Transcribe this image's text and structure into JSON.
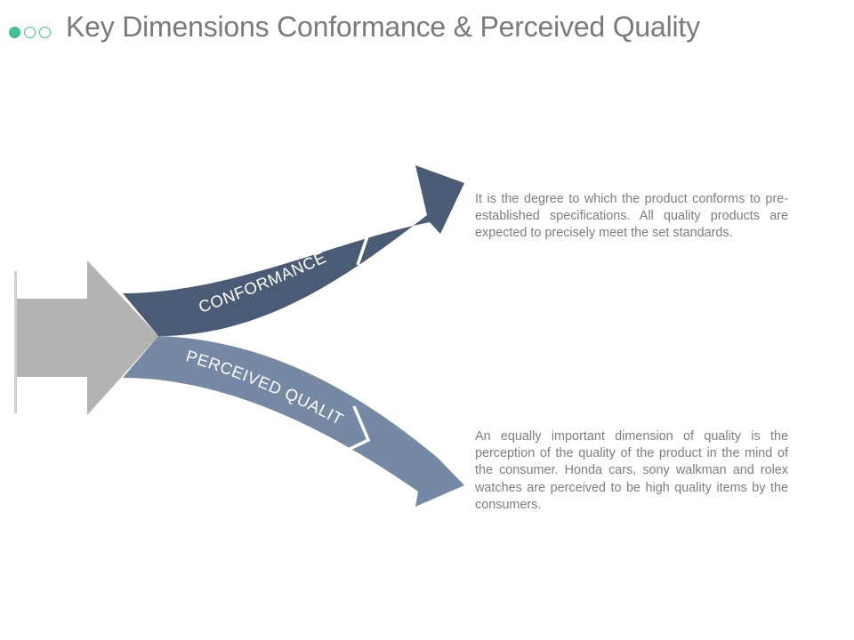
{
  "slide": {
    "title": "Key Dimensions Conformance & Perceived Quality",
    "indicator": {
      "total": 3,
      "active": 1
    }
  },
  "diagram": {
    "branches": [
      {
        "label": "CONFORMANCE",
        "description": "It is the degree to which the product conforms to pre- established specifications. All quality products are expected to precisely meet the set standards."
      },
      {
        "label": "PERCEIVED QUALITY",
        "description": "An equally important dimension of quality is the perception of the quality of the product in the mind of the consumer. Honda cars, sony walkman and rolex watches are perceived to be high quality items by the consumers."
      }
    ]
  },
  "colors": {
    "accent": "#3cc28c",
    "title_text": "#7a7a7a",
    "source_arrow": "#b3b3b3",
    "conformance_arrow": "#4a5b76",
    "perceived_arrow": "#7589a5",
    "body_text": "#7e7e7e"
  }
}
